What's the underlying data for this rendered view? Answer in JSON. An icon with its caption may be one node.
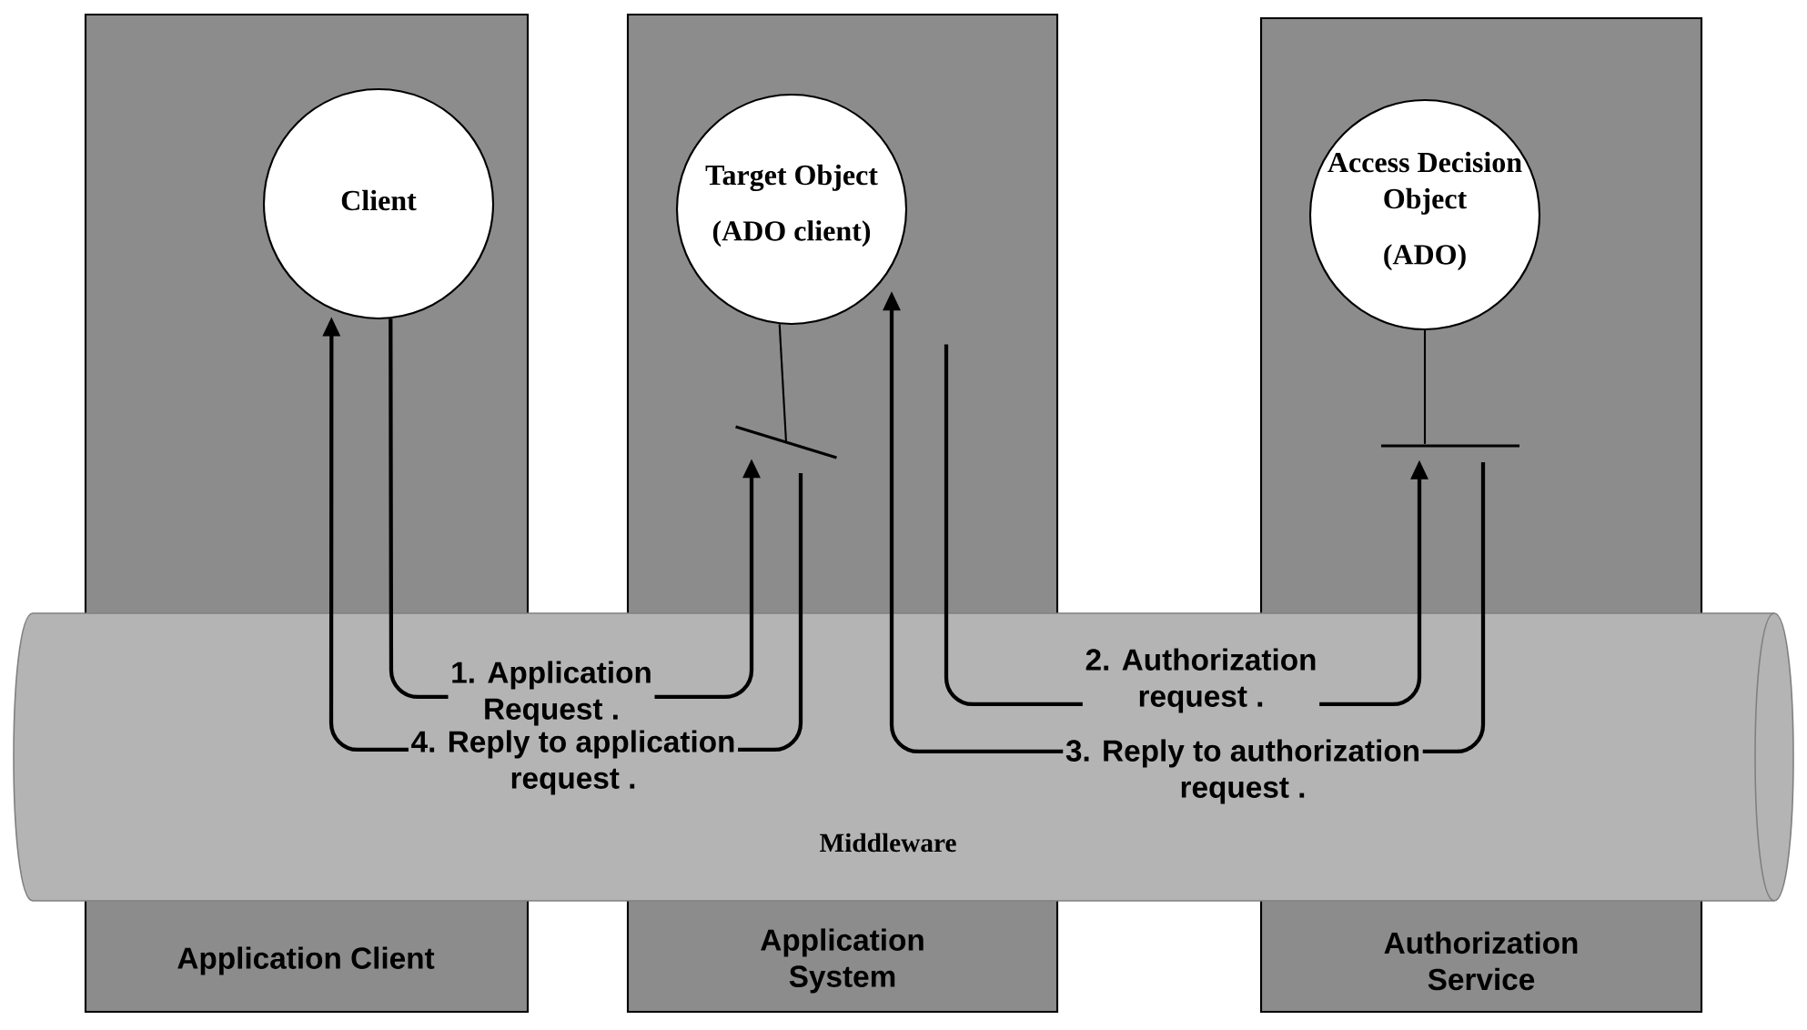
{
  "diagram": {
    "nodes": [
      {
        "text": [
          "Application Client"
        ]
      },
      {
        "text": [
          "Application System"
        ]
      },
      {
        "text": [
          "Authorization Service"
        ]
      },
      {
        "text": [
          "Client"
        ],
        "in": 0
      },
      {
        "text": [
          "Target Object",
          "(ADO client)"
        ],
        "in": 1
      },
      {
        "text": [
          "Access Decision Object",
          "(ADO)"
        ],
        "in": 2
      },
      {
        "text": [],
        "shape": "bar",
        "in": 1
      },
      {
        "text": [],
        "shape": "bar",
        "in": 2
      }
    ],
    "labels": [
      "Middleware"
    ],
    "edges": [
      {
        "from": 3,
        "to": 6,
        "arrow": "to",
        "label": "1. Application Request ."
      },
      {
        "from": 4,
        "to": 7,
        "arrow": "to",
        "label": "2. Authorization request ."
      },
      {
        "from": 7,
        "to": 4,
        "arrow": "to",
        "label": "3. Reply to authorization request ."
      },
      {
        "from": 6,
        "to": 3,
        "arrow": "to",
        "label": "4. Reply to application request ."
      },
      {
        "from": 4,
        "to": 6,
        "arrow": "none"
      },
      {
        "from": 5,
        "to": 7,
        "arrow": "none"
      }
    ]
  }
}
